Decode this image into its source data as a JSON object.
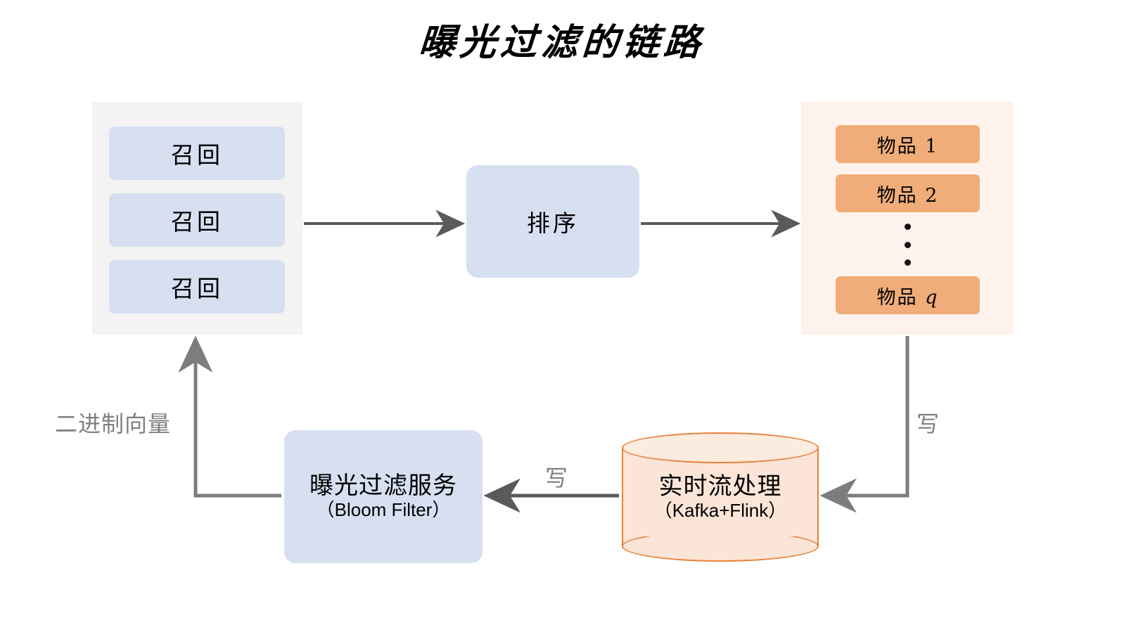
{
  "page": {
    "title": "曝光过滤的链路",
    "background": "#ffffff"
  },
  "colors": {
    "blue_fill": "#d7e0f1",
    "gray_panel": "#f3f3f3",
    "orange_fill": "#f0ad79",
    "orange_panel": "#fdf3ec",
    "cylinder_stroke": "#e8813a",
    "cylinder_fill": "#fbe5d6",
    "arrow": "#5a5a5a",
    "label_text": "#808080",
    "node_text": "#000000"
  },
  "recall_panel": {
    "name": "recall-stage",
    "boxes": [
      {
        "label": "召回"
      },
      {
        "label": "召回"
      },
      {
        "label": "召回"
      }
    ]
  },
  "rank_node": {
    "label": "排序"
  },
  "items_panel": {
    "name": "ranked-items",
    "items": [
      {
        "text": "物品 1",
        "prefix": "物品 ",
        "suffix": "1",
        "italic_suffix": false
      },
      {
        "text": "物品 2",
        "prefix": "物品 ",
        "suffix": "2",
        "italic_suffix": false
      },
      {
        "text": "物品 q",
        "prefix": "物品 ",
        "suffix": "q",
        "italic_suffix": true
      }
    ],
    "ellipsis": "⋮"
  },
  "bloom_node": {
    "line1": "曝光过滤服务",
    "line2": "（Bloom Filter）"
  },
  "stream_node": {
    "line1": "实时流处理",
    "line2": "（Kafka+Flink）"
  },
  "edges": [
    {
      "id": "recall-to-rank",
      "label": "",
      "direction": "right"
    },
    {
      "id": "rank-to-items",
      "label": "",
      "direction": "right"
    },
    {
      "id": "items-to-stream",
      "label": "写",
      "direction": "left-down"
    },
    {
      "id": "stream-to-bloom",
      "label": "写",
      "direction": "left"
    },
    {
      "id": "bloom-to-recall",
      "label": "二进制向量",
      "direction": "left-up"
    }
  ],
  "labels": {
    "binary_vector": "二进制向量",
    "write_middle": "写",
    "write_right": "写"
  }
}
